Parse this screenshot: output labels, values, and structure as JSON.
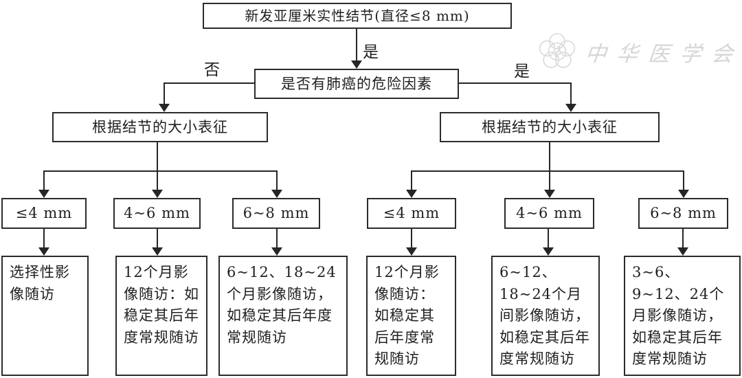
{
  "colors": {
    "background": "#ffffff",
    "line": "#262626",
    "box_border": "#2b2b2b",
    "text": "#1f1f1f",
    "watermark": "#d6d6d6"
  },
  "watermark": {
    "name": "中华医学会",
    "emblem_icon": "cma-flower-emblem"
  },
  "flow": {
    "root": "新发亚厘米实性结节(直径≤8 mm)",
    "root_yes_label": "是",
    "decision": "是否有肺癌的危险因素",
    "no_label": "否",
    "yes_label": "是",
    "left_branch": {
      "header": "根据结节的大小表征",
      "sizes": [
        "≤4 mm",
        "4~6 mm",
        "6~8 mm"
      ],
      "outcomes": [
        "选择性影像随访",
        "12个月影像随访：如稳定其后年度常规随访",
        "6~12、18~24个月影像随访，如稳定其后年度常规随访"
      ]
    },
    "right_branch": {
      "header": "根据结节的大小表征",
      "sizes": [
        "≤4 mm",
        "4~6 mm",
        "6~8 mm"
      ],
      "outcomes": [
        "12个月影像随访：如稳定其后年度常规随访",
        "6~12、18~24个月间影像随访，如稳定其后年度常规随访",
        "3~6、9~12、24个月影像随访，如稳定其后年度常规随访"
      ]
    }
  }
}
